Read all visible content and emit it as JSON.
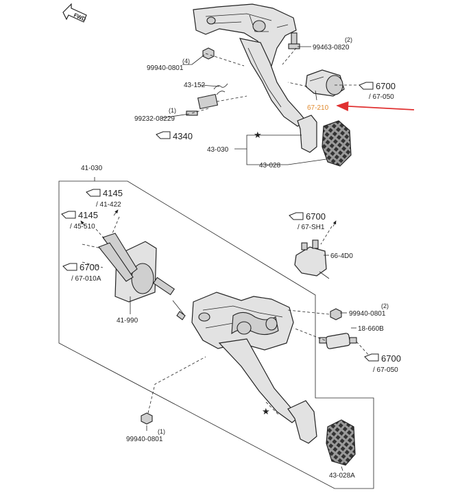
{
  "fwd_label": "FWD",
  "star": "★",
  "colors": {
    "highlight_label": "#e08a2e",
    "arrow": "#e03030",
    "line": "#222222"
  },
  "callouts": {
    "p99940_top": {
      "qty": "(4)",
      "num": "99940-0801"
    },
    "p99463": {
      "qty": "(2)",
      "num": "99463-0820"
    },
    "p43_152": {
      "num": "43-152"
    },
    "p99232": {
      "qty": "(1)",
      "num": "99232-08229"
    },
    "p67_210": {
      "num": "67-210"
    },
    "p43_030": {
      "num": "43-030"
    },
    "p43_028": {
      "num": "43-028"
    },
    "p41_030": {
      "num": "41-030"
    },
    "p41_990": {
      "num": "41-990"
    },
    "p66_4d0": {
      "num": "66-4D0"
    },
    "p99940_mid": {
      "qty": "(2)",
      "num": "99940-0801"
    },
    "p18_660b": {
      "num": "18-660B"
    },
    "p99940_bot": {
      "qty": "(1)",
      "num": "99940-0801"
    },
    "p43_028a": {
      "num": "43-028A"
    }
  },
  "references": {
    "r6700_top": {
      "code": "6700",
      "sub": "/ 67-050"
    },
    "r4340": {
      "code": "4340"
    },
    "r4145_a": {
      "code": "4145",
      "sub": "/ 41-422"
    },
    "r4145_b": {
      "code": "4145",
      "sub": "/ 45-510"
    },
    "r6700_010a": {
      "code": "6700",
      "sub": "/ 67-010A"
    },
    "r6700_sh1": {
      "code": "6700",
      "sub": "/ 67-SH1"
    },
    "r6700_bot": {
      "code": "6700",
      "sub": "/ 67-050"
    }
  }
}
